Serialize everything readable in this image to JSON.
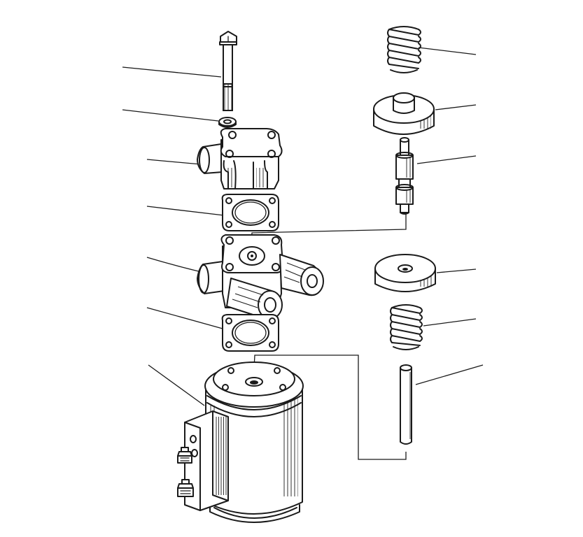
{
  "diagram": {
    "kind": "exploded-view",
    "line_color": "#1a1a1a",
    "background": "#ffffff",
    "parts": [
      "bolt",
      "washer",
      "top-cover",
      "upper-gasket",
      "valve-body",
      "lower-gasket",
      "solenoid-housing",
      "upper-spring",
      "spring-cap",
      "valve-stem",
      "valve-disc",
      "lower-spring",
      "push-rod"
    ]
  }
}
